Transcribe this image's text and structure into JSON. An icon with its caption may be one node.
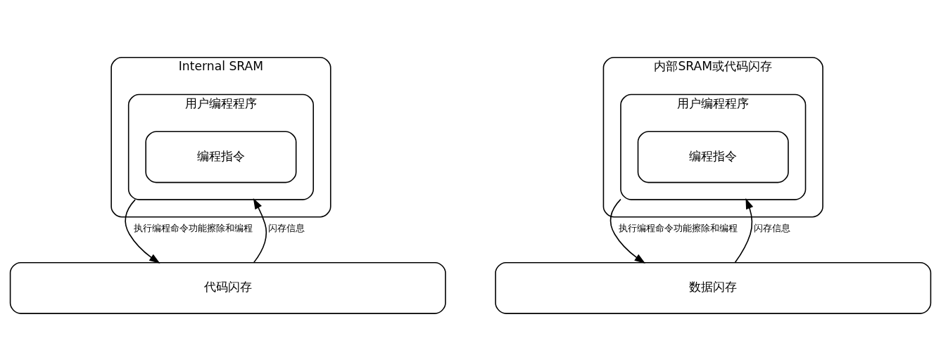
{
  "diagram": {
    "nodes": [
      {
        "text": [
          "Internal SRAM"
        ]
      },
      {
        "text": [
          "用户编程程序"
        ],
        "in": 0
      },
      {
        "text": [
          "编程指令"
        ],
        "in": 1
      },
      {
        "text": [
          "代码闪存"
        ]
      },
      {
        "text": [
          "内部SRAM或代码闪存"
        ]
      },
      {
        "text": [
          "用户编程程序"
        ],
        "in": 4
      },
      {
        "text": [
          "编程指令"
        ],
        "in": 5
      },
      {
        "text": [
          "数据闪存"
        ]
      }
    ],
    "edges": [
      {
        "from": 1,
        "to": 3,
        "arrow": "to",
        "label": "执行编程命令功能擦除和编程"
      },
      {
        "from": 3,
        "to": 1,
        "arrow": "to",
        "label": "闪存信息"
      },
      {
        "from": 5,
        "to": 7,
        "arrow": "to",
        "label": "执行编程命令功能擦除和编程"
      },
      {
        "from": 7,
        "to": 5,
        "arrow": "to",
        "label": "闪存信息"
      }
    ]
  }
}
